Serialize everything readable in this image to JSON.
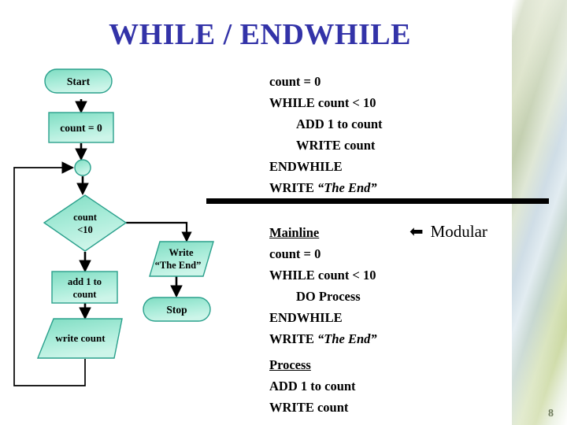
{
  "slide": {
    "title": "WHILE / ENDWHILE",
    "page_number": "8",
    "accent_color": "#3333a8",
    "shape_fill": "#9fe8d2",
    "shape_stroke": "#2aa08c",
    "divider_color": "#000000"
  },
  "flowchart": {
    "nodes": [
      {
        "id": "start",
        "shape": "terminator",
        "label": "Start"
      },
      {
        "id": "init",
        "shape": "process",
        "label": "count = 0"
      },
      {
        "id": "connector",
        "shape": "connector",
        "label": ""
      },
      {
        "id": "decision",
        "shape": "decision",
        "label_line1": "count",
        "label_line2": "<10"
      },
      {
        "id": "add",
        "shape": "process",
        "label_line1": "add 1 to",
        "label_line2": "count"
      },
      {
        "id": "writecount",
        "shape": "io",
        "label": "write count"
      },
      {
        "id": "writeend",
        "shape": "io",
        "label_line1": "Write",
        "label_line2": "“The End”"
      },
      {
        "id": "stop",
        "shape": "terminator",
        "label": "Stop"
      }
    ]
  },
  "pseudocode_top": {
    "lines": [
      {
        "text": "count = 0",
        "indent": 0
      },
      {
        "text": "WHILE  count < 10",
        "indent": 0
      },
      {
        "text": "ADD 1 to count",
        "indent": 1
      },
      {
        "text": "WRITE  count",
        "indent": 1
      },
      {
        "text": "ENDWHILE",
        "indent": 0
      }
    ],
    "last_line_prefix": "WRITE ",
    "last_line_quote": "“The End”"
  },
  "pseudocode_mainline": {
    "heading": "Mainline",
    "lines": [
      {
        "text": "count = 0",
        "indent": 0
      },
      {
        "text": "WHILE  count < 10",
        "indent": 0
      },
      {
        "text": "DO Process",
        "indent": 1
      },
      {
        "text": "ENDWHILE",
        "indent": 0
      }
    ],
    "last_line_prefix": "WRITE ",
    "last_line_quote": "“The End”"
  },
  "pseudocode_process": {
    "heading": "Process",
    "lines": [
      {
        "text": "ADD 1 to count",
        "indent": 0
      },
      {
        "text": "WRITE  count",
        "indent": 0
      }
    ]
  },
  "callout": {
    "arrow_glyph": "⬅",
    "label": "Modular"
  }
}
